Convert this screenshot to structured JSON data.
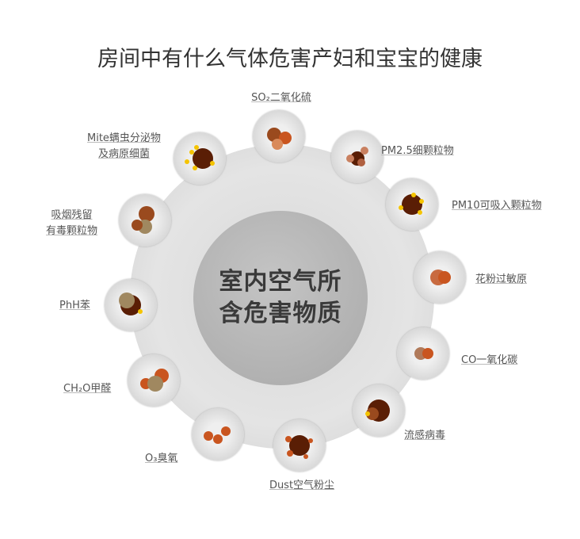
{
  "title": "房间中有什么气体危害产妇和宝宝的健康",
  "center": {
    "line1": "室内空气所",
    "line2": "含危害物质"
  },
  "items": [
    {
      "label": [
        "SO₂二氧化硫"
      ],
      "icon": "so2-particle-icon"
    },
    {
      "label": [
        "PM2.5细颗粒物"
      ],
      "icon": "pm25-particle-icon"
    },
    {
      "label": [
        "PM10可吸入颗粒物"
      ],
      "icon": "pm10-particle-icon"
    },
    {
      "label": [
        "花粉过敏原"
      ],
      "icon": "pollen-particle-icon"
    },
    {
      "label": [
        "CO一氧化碳"
      ],
      "icon": "co-particle-icon"
    },
    {
      "label": [
        "流感病毒"
      ],
      "icon": "flu-virus-icon"
    },
    {
      "label": [
        "Dust空气粉尘"
      ],
      "icon": "dust-particle-icon"
    },
    {
      "label": [
        "O₃臭氧"
      ],
      "icon": "ozone-particle-icon"
    },
    {
      "label": [
        "CH₂O甲醛"
      ],
      "icon": "formaldehyde-particle-icon"
    },
    {
      "label": [
        "PhH苯"
      ],
      "icon": "benzene-particle-icon"
    },
    {
      "label": [
        "吸烟残留",
        "有毒颗粒物"
      ],
      "icon": "smoke-residue-icon"
    },
    {
      "label": [
        "Mite螨虫分泌物",
        "及病原细菌"
      ],
      "icon": "mite-bacteria-icon"
    }
  ],
  "colors": {
    "dark": "#5a1e05",
    "brown": "#9a4a1e",
    "orange": "#c9551f",
    "tan": "#a08860",
    "yellow": "#f5c400"
  }
}
